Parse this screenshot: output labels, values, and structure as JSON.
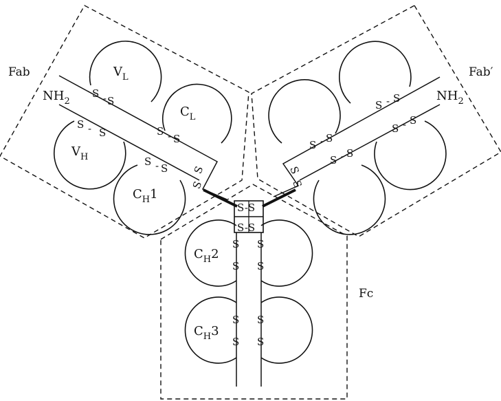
{
  "regions": {
    "fab_left": "Fab",
    "fab_right": "Fab′",
    "fc": "Fc"
  },
  "domains": {
    "vl": "V",
    "vl_sub": "L",
    "cl": "C",
    "cl_sub": "L",
    "vh": "V",
    "vh_sub": "H",
    "ch1": "C",
    "ch1_sub": "H",
    "ch1_num": "1",
    "ch2": "C",
    "ch2_sub": "H",
    "ch2_num": "2",
    "ch3": "C",
    "ch3_sub": "H",
    "ch3_num": "3"
  },
  "termini": {
    "left": "NH",
    "left_sub": "2",
    "right": "NH",
    "right_sub": "2"
  },
  "bond_label": "S",
  "hinge_bond": "S-S"
}
